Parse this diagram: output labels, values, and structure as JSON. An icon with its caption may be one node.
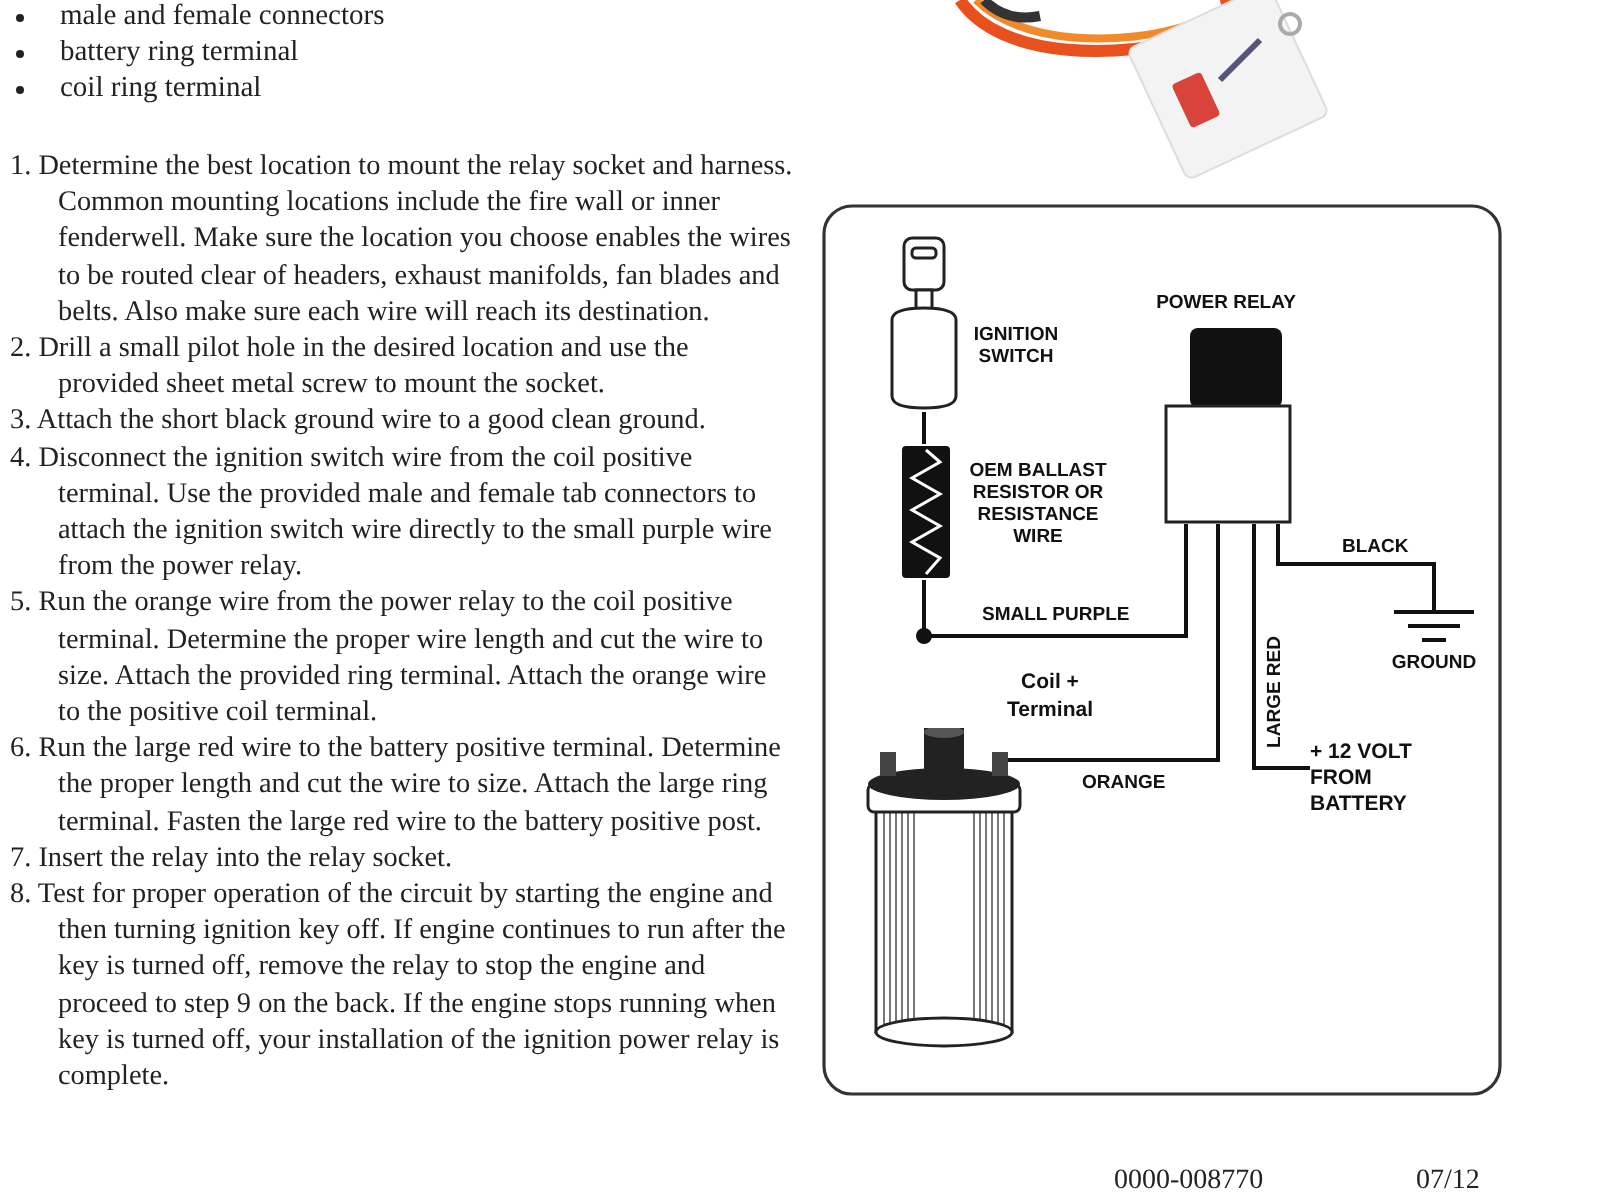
{
  "diagram": {
    "nodes": [
      {
        "text": [
          "IGNITION SWITCH"
        ]
      },
      {
        "text": [
          "OEM BALLAST RESISTOR OR RESISTANCE WIRE"
        ]
      },
      {
        "text": [
          "POWER RELAY"
        ]
      },
      {
        "text": [
          "GROUND"
        ]
      },
      {
        "text": [
          "Coil + Terminal"
        ]
      },
      {
        "text": [
          "+ 12 VOLT FROM BATTERY"
        ]
      }
    ],
    "edges": [
      {
        "from": 0,
        "to": 1,
        "arrow": "none"
      },
      {
        "from": 2,
        "to": 1,
        "arrow": "none",
        "label": "SMALL PURPLE"
      },
      {
        "from": 2,
        "to": 4,
        "arrow": "none",
        "label": "ORANGE"
      },
      {
        "from": 2,
        "to": 3,
        "arrow": "none",
        "label": "BLACK"
      },
      {
        "from": 2,
        "to": 5,
        "arrow": "none",
        "label": "LARGE RED"
      }
    ],
    "labels": [
      "male and female connectors",
      "battery ring terminal",
      "coil ring terminal",
      "1. Determine the best location to mount the relay socket and harness. Common mounting locations include the fire wall or inner fenderwell. Make sure the location you choose enables the wires to be routed clear of headers, exhaust manifolds, fan blades and belts. Also make sure each wire will reach its destination.",
      "2. Drill a small pilot hole in the desired location and use the provided sheet metal screw to mount the socket.",
      "3. Attach the short black ground wire to a good clean ground.",
      "4. Disconnect the ignition switch wire from the coil positive terminal. Use the provided male and female tab connectors to attach the ignition switch wire directly to the small purple wire from the power relay.",
      "5. Run the orange wire from the power relay to the coil positive terminal. Determine the proper wire length and cut the wire to size. Attach the provided ring terminal. Attach the orange wire to the positive coil terminal.",
      "6. Run the large red wire to the battery positive terminal. Determine the proper length and cut the wire to size. Attach the large ring terminal. Fasten the large red wire to the battery positive post.",
      "7. Insert the relay into the relay socket.",
      "8. Test for proper operation of the circuit by starting the engine and then turning ignition key off. If engine continues to run after the key is turned off, remove the relay to stop the engine and proceed to step 9 on the back. If the engine stops running when key is turned off, your installation of the ignition power relay is complete.",
      "0000-008770",
      "07/12"
    ]
  }
}
